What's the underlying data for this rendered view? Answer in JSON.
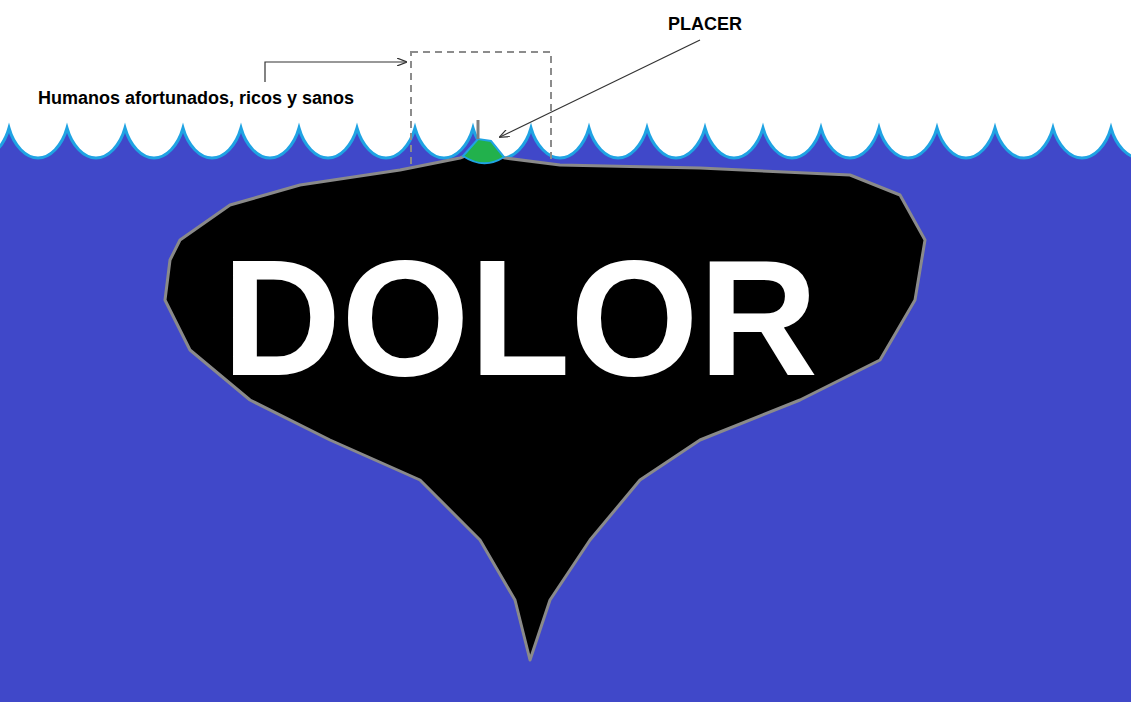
{
  "diagram": {
    "nodes": [
      {
        "text": [
          "DOLOR"
        ]
      }
    ],
    "labels": [
      "PLACER",
      "Humanos afortunados, ricos y sanos"
    ]
  }
}
